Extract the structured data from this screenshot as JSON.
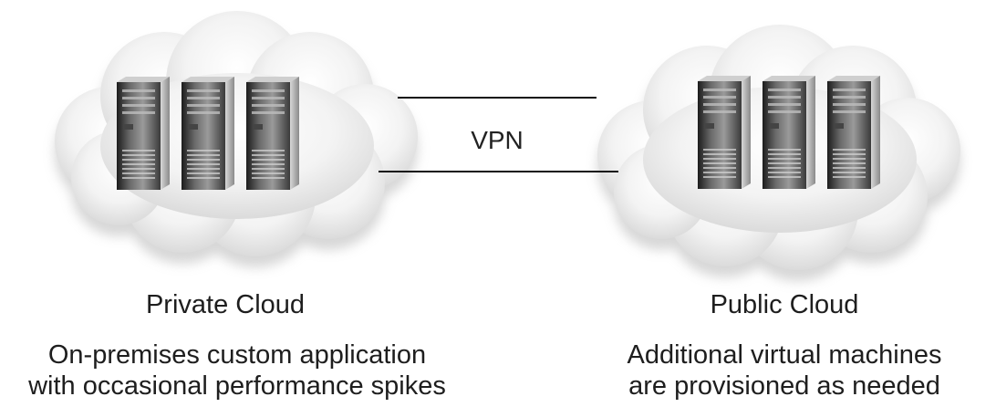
{
  "connection": {
    "label": "VPN"
  },
  "private_cloud": {
    "title": "Private Cloud",
    "description_line1": "On-premises custom application",
    "description_line2": "with occasional performance spikes",
    "server_count": 3,
    "icon": "server-tower-icon"
  },
  "public_cloud": {
    "title": "Public Cloud",
    "description_line1": "Additional virtual machines",
    "description_line2": "are provisioned as needed",
    "server_count": 3,
    "icon": "server-tower-icon"
  },
  "colors": {
    "cloud_fill": "#eeeeee",
    "cloud_shadow": "#cfcfcf",
    "server_dark": "#2a2a2a",
    "server_light": "#b8b8b8",
    "line": "#111111"
  }
}
